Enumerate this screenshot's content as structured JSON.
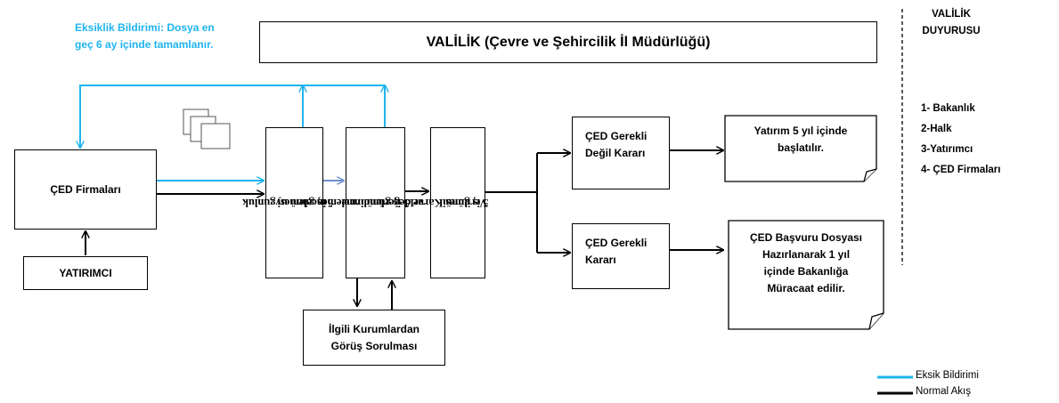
{
  "header": {
    "title": "VALİLİK (Çevre ve Şehircilik İl Müdürlüğü)",
    "deficiency_note": [
      "Eksiklik Bildirimi: Dosya en",
      "geç 6 ay içinde tamamlanır."
    ]
  },
  "nodes": {
    "ced_firms": "ÇED Firmaları",
    "investor": "YATIRIMCI",
    "check_5_days": [
      "5 iş günü uygunluk",
      "incelemesi"
    ],
    "review_15_days": [
      "15 iş günü inceleme",
      "ve değerlendirme"
    ],
    "decision_5_days": [
      "5 iş günü Karar",
      "Verilmesi"
    ],
    "institutions": [
      "İlgili Kurumlardan",
      "Görüş Sorulması"
    ],
    "not_required": [
      "ÇED Gerekli",
      "Değil Kararı"
    ],
    "required": [
      "ÇED Gerekli",
      "Kararı"
    ],
    "start_note": [
      "Yatırım 5 yıl içinde",
      "başlatılır."
    ],
    "application_note": [
      "ÇED Başvuru Dosyası",
      "Hazırlanarak 1 yıl",
      "içinde Bakanlığa",
      "Müracaat edilir."
    ]
  },
  "announcement": {
    "title": [
      "VALİLİK",
      "DUYURUSU"
    ],
    "items": [
      "1- Bakanlık",
      "2-Halk",
      "3-Yatırımcı",
      "4- ÇED Firmaları"
    ]
  },
  "legend": [
    {
      "label": "Eksik Bildirimi",
      "color": "#1fb4ee"
    },
    {
      "label": "Normal Akış",
      "color": "#000000"
    }
  ],
  "colors": {
    "deficiency": "#1fb4ee",
    "normal": "#000000",
    "review_arrow": "#6f8fce"
  }
}
